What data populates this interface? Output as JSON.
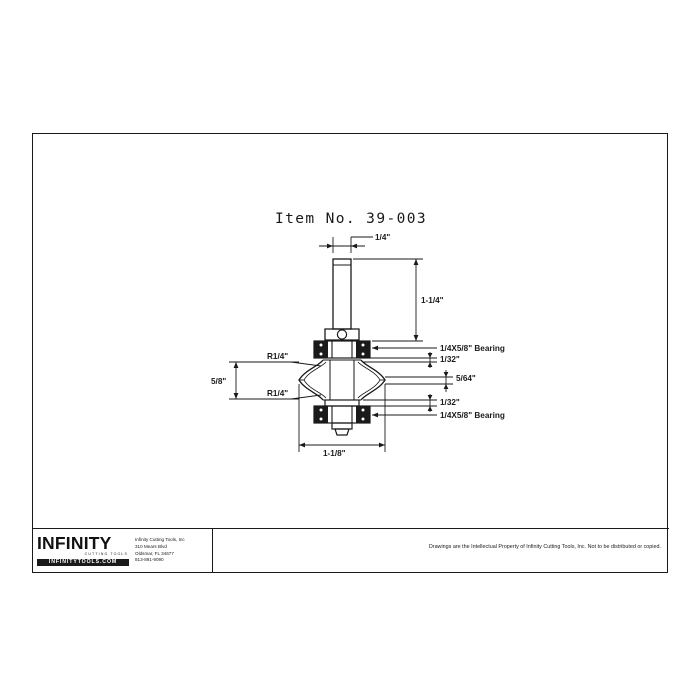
{
  "drawing": {
    "title": "Item No. 39-003",
    "item_number": "39-003",
    "dimensions": {
      "shank_diameter": "1/4\"",
      "shank_length": "1-1/4\"",
      "top_bearing": "1/4X5/8\" Bearing",
      "top_gap": "1/32\"",
      "mid_flat": "5/64\"",
      "bottom_gap": "1/32\"",
      "bottom_bearing": "1/4X5/8\" Bearing",
      "radius_top": "R1/4\"",
      "radius_bottom": "R1/4\"",
      "cut_height": "5/8\"",
      "cut_width": "1-1/8\""
    }
  },
  "titleblock": {
    "logo_word": "INFINITY",
    "logo_sub": "CUTTING TOOLS",
    "logo_url": "INFINITYTOOLS.COM",
    "address": [
      "Infinity Cutting Tools, Inc",
      "310 Mears Blvd",
      "Oldsmar, FL  34677",
      "813-891-9090"
    ],
    "copyright": "Drawings are the Intellectual Property of Infinity Cutting Tools, Inc. Not to be distributed or copied."
  },
  "colors": {
    "line": "#1a1a1a",
    "background": "#ffffff"
  }
}
